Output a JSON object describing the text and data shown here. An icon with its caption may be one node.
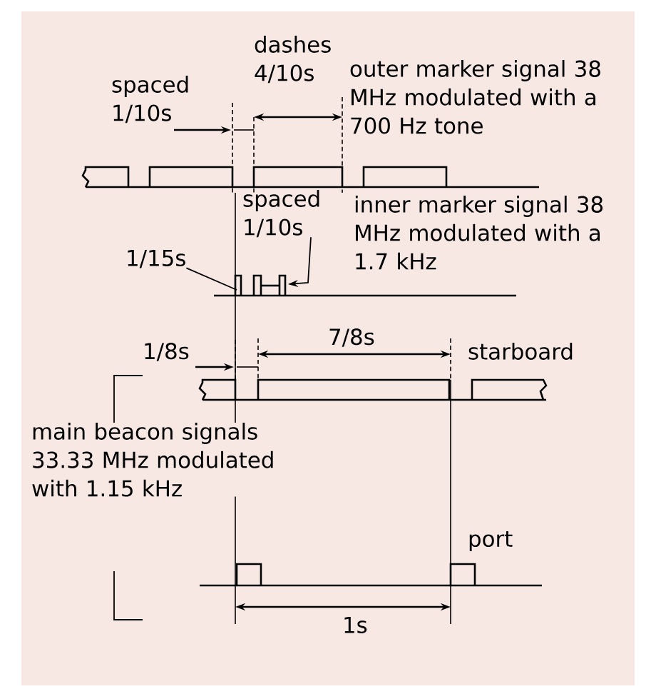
{
  "diagram": {
    "nodes": [
      {
        "text": [
          "1/15s"
        ]
      },
      {
        "text": [
          "spaced 1/10s"
        ]
      }
    ],
    "edges": [
      {
        "from": 0,
        "to": null,
        "arrow": "none"
      },
      {
        "from": 1,
        "to": null,
        "arrow": "to"
      }
    ],
    "labels": [
      "dashes 4/10s",
      "spaced 1/10s",
      "outer marker signal 38 MHz modulated with a 700 Hz tone",
      "inner marker signal 38 MHz modulated with a 1.7 kHz",
      "1/8s",
      "7/8s",
      "starboard",
      "main beacon signals 33.33 MHz modulated with 1.15 kHz",
      "port",
      "1s"
    ]
  }
}
